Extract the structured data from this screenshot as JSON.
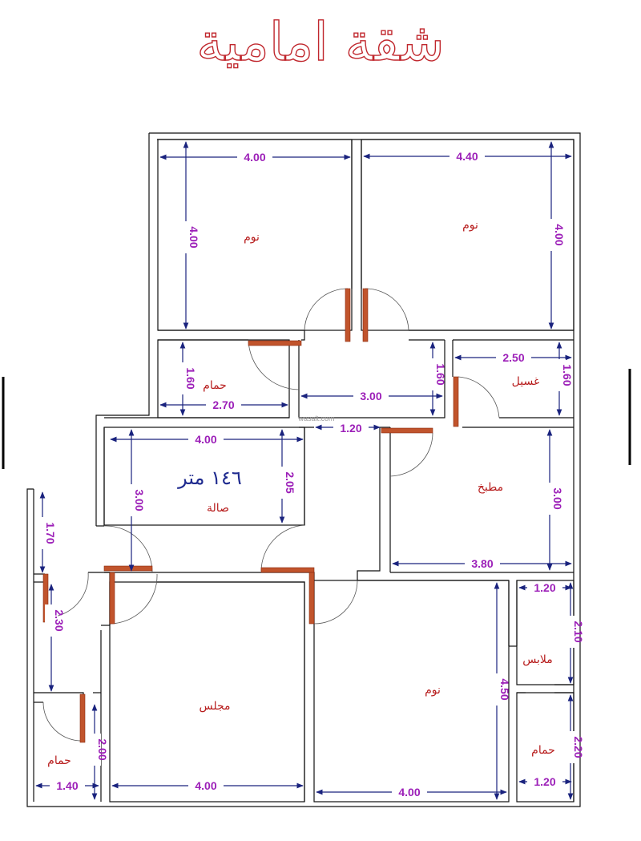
{
  "title": "شقة امامية",
  "area_label": "١٤٦ متر",
  "watermark": "wasalt.com",
  "colors": {
    "title": "#c0272d",
    "dimension": "#9c1fb8",
    "arrow": "#1a237e",
    "room": "#b71c1c",
    "area": "#1f2b8f",
    "door": "#c1542c"
  },
  "rooms": {
    "bedroom_top_left": "نوم",
    "bedroom_top_right": "نوم",
    "bath_upper": "حمام",
    "laundry": "غسيل",
    "kitchen": "مطبخ",
    "living": "صالة",
    "majlis": "مجلس",
    "bedroom_bottom": "نوم",
    "closet": "ملابس",
    "bath_lower_right": "حمام",
    "bath_lower_left": "حمام"
  },
  "dimensions": {
    "bed_tl_width": "4.00",
    "bed_tl_depth": "4.00",
    "bed_tr_width": "4.40",
    "bed_tr_depth": "4.00",
    "bath_up_depth": "1.60",
    "bath_up_width": "2.70",
    "corridor_width": "3.00",
    "corridor_depth": "1.60",
    "laundry_width": "2.50",
    "laundry_depth": "1.60",
    "gap_width": "1.20",
    "living_width": "4.00",
    "living_depth": "3.00",
    "living_inner_depth": "2.05",
    "kitchen_depth": "3.00",
    "kitchen_width": "3.80",
    "entry_depth": "1.70",
    "entry_lower_depth": "2.30",
    "bath_ll_depth": "2.00",
    "bath_ll_width": "1.40",
    "majlis_width": "4.00",
    "bed_b_depth": "4.50",
    "bed_b_width": "4.00",
    "closet_width": "1.20",
    "closet_depth": "2.10",
    "bath_lr_depth": "2.20",
    "bath_lr_width": "1.20"
  }
}
